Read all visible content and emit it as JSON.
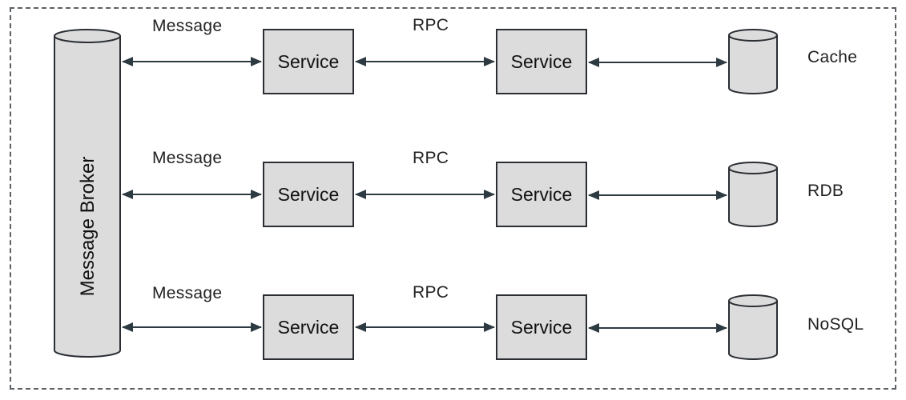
{
  "broker": {
    "label": "Message Broker"
  },
  "rows": [
    {
      "message_label": "Message",
      "rpc_label": "RPC",
      "service_a": "Service",
      "service_b": "Service",
      "store_label": "Cache"
    },
    {
      "message_label": "Message",
      "rpc_label": "RPC",
      "service_a": "Service",
      "service_b": "Service",
      "store_label": "RDB"
    },
    {
      "message_label": "Message",
      "rpc_label": "RPC",
      "service_a": "Service",
      "service_b": "Service",
      "store_label": "NoSQL"
    }
  ],
  "colors": {
    "box_fill": "#dcdcdc",
    "stroke": "#2a2e33",
    "frame": "#5b6166",
    "arrow": "#2e3a42"
  }
}
